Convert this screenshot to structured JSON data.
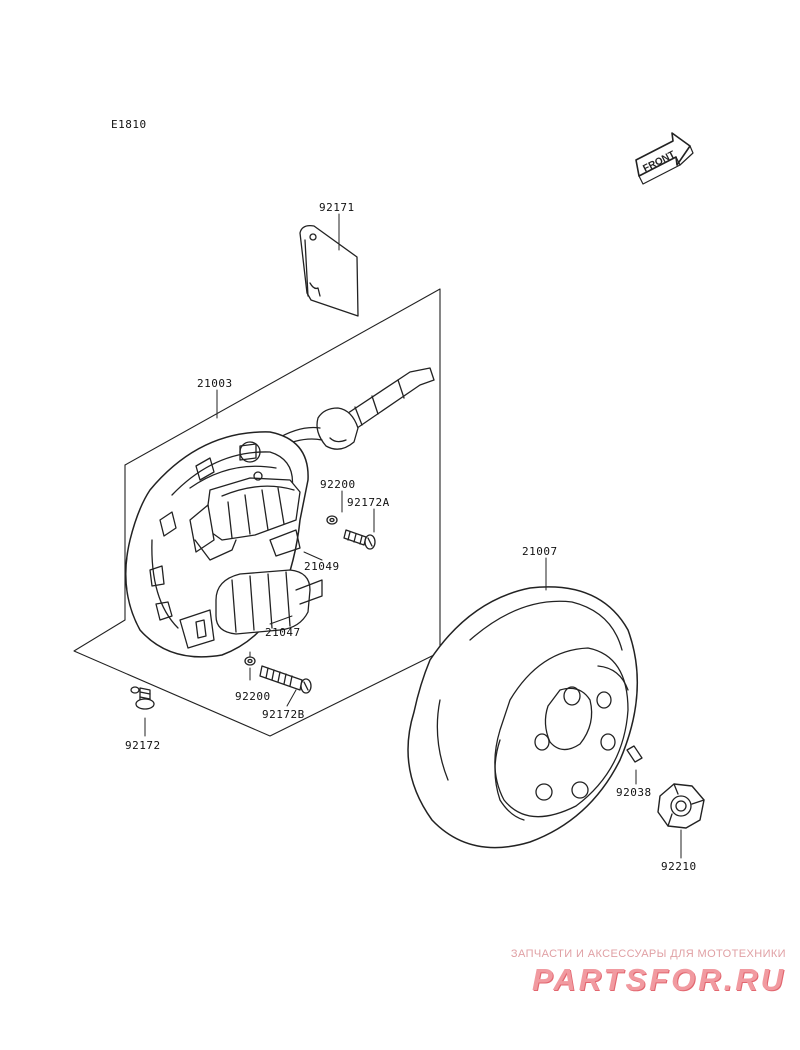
{
  "diagram_code": "E1810",
  "front_label": "FRONT",
  "part_labels": {
    "p92171": "92171",
    "p21003": "21003",
    "p92200_top": "92200",
    "p92172A": "92172A",
    "p21049": "21049",
    "p21047": "21047",
    "p92200_bottom": "92200",
    "p92172B": "92172B",
    "p92172": "92172",
    "p21007": "21007",
    "p92038": "92038",
    "p92210": "92210"
  },
  "watermark": {
    "tagline": "ЗАПЧАСТИ И АКСЕССУАРЫ ДЛЯ МОТОТЕХНИКИ",
    "logo": "PARTSFOR.RU"
  },
  "colors": {
    "line": "#222222",
    "watermark": "#f19aa0"
  }
}
